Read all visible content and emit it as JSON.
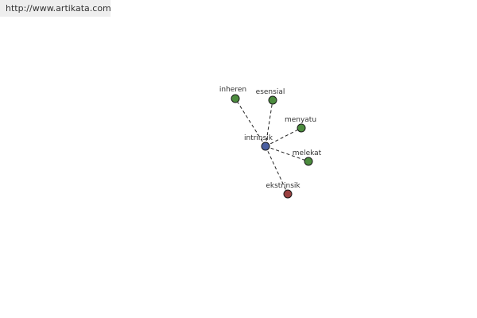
{
  "header": {
    "url": "http://www.artikata.com"
  },
  "diagram": {
    "center": {
      "label": "intrinsik",
      "color": "#4a5fa0"
    },
    "nodes": [
      {
        "label": "inheren",
        "color": "#4c8c3e"
      },
      {
        "label": "esensial",
        "color": "#4c8c3e"
      },
      {
        "label": "menyatu",
        "color": "#4c8c3e"
      },
      {
        "label": "melekat",
        "color": "#4c8c3e"
      },
      {
        "label": "ekstrinsik",
        "color": "#9a4040"
      }
    ]
  }
}
